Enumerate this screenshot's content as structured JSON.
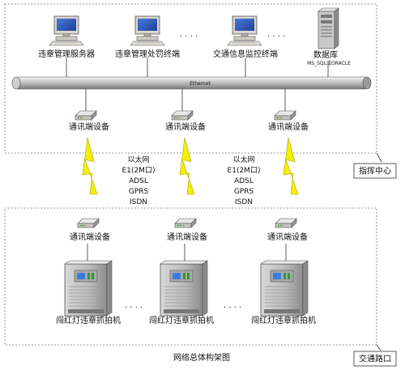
{
  "diagram": {
    "caption": "网络总体构架图",
    "zones": {
      "center": {
        "name": "指挥中心"
      },
      "road": {
        "name": "交通路口"
      }
    },
    "ethernet_label": "Ethernet",
    "servers": [
      {
        "name": "违章管理服务器"
      },
      {
        "name": "违章管理处罚终端"
      },
      {
        "name": "交通信息监控终端"
      }
    ],
    "ellipsis": "· · · ·",
    "database": {
      "name": "数据库",
      "sub": "MS_SQL或ORACLE"
    },
    "comm_device_label": "通讯端设备",
    "link_types": [
      "以太网",
      "E1(2M口)",
      "ADSL",
      "GPRS",
      "ISDN"
    ],
    "camera_label": "闯红灯违章抓拍机"
  }
}
